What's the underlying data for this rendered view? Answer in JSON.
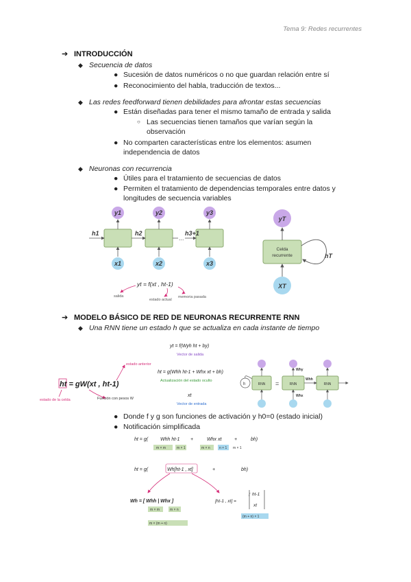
{
  "header": {
    "topic": "Tema 9: Redes recurrentes"
  },
  "section1": {
    "title": "INTRODUCCIÓN",
    "items": [
      {
        "label": "Secuencia de datos",
        "bullets": [
          "Sucesión de datos numéricos o no que guardan relación entre sí",
          "Reconocimiento del habla, traducción de textos..."
        ]
      },
      {
        "label": "Las redes feedforward tienen debilidades para afrontar estas secuencias",
        "bullets": [
          "Están diseñadas para tener el mismo tamaño de entrada y salida",
          "No comparten características entre los elementos: asumen independencia de datos"
        ],
        "sub_bullet": "Las secuencias tienen tamaños que varían según la observación"
      },
      {
        "label": "Neuronas con recurrencia",
        "bullets": [
          "Útiles para el tratamiento de secuencias de datos",
          "Permiten el tratamiento de dependencias temporales entre datos y longitudes de secuencia variables"
        ]
      }
    ]
  },
  "figure1": {
    "unrolled": {
      "outputs": [
        "y1",
        "y2",
        "y3"
      ],
      "inputs": [
        "x1",
        "x2",
        "x3"
      ],
      "states": [
        "h1",
        "h2",
        "h3+1"
      ],
      "ellipsis": "...",
      "equation": "yt = f(xt , ht-1)",
      "annotations": [
        "salida",
        "estado actual",
        "memoria pasada"
      ]
    },
    "folded": {
      "output": "yT",
      "input": "XT",
      "state": "hT",
      "cell_label_1": "Celda",
      "cell_label_2": "recurrente"
    }
  },
  "section2": {
    "title": "MODELO BÁSICO DE RED DE NEURONAS RECURRENTE RNN",
    "subtitle": "Una RNN tiene un estado h que se actualiza en cada instante de tiempo",
    "bullets": [
      "Donde f y g son funciones de activación y h0=0 (estado inicial)",
      "Notificación simplificada"
    ]
  },
  "figure2": {
    "left": {
      "equation": "ht = gW(xt , ht-1)",
      "label_state": "estado de la celda",
      "label_func": "Función con pesos W",
      "label_prev": "estado anterior"
    },
    "middle": {
      "eq_out": "yt = f(Wyh ht + by)",
      "label_out": "Vector de salida",
      "eq_state": "ht = g(Whh ht-1 + Whx xt + bh)",
      "label_state": "Actualización del estado oculto",
      "eq_in": "xt",
      "label_in": "Vector de entrada"
    },
    "right": {
      "labels": [
        "RNN",
        "RNN",
        "RNN"
      ],
      "weights": [
        "Why",
        "Whh",
        "Whx"
      ],
      "eq_sign": "="
    }
  },
  "figure3": {
    "row1": {
      "lhs": "ht = g(",
      "t1": "Whh ht-1",
      "plus1": "+",
      "t2": "Whx xt",
      "plus2": "+",
      "t3": "bh)"
    },
    "row1_dims": [
      "m × m",
      "m × 1",
      "m × n",
      "n × 1",
      "m × 1"
    ],
    "row2": {
      "lhs": "ht = g(",
      "t1": "Wh[ht-1 , xt]",
      "plus": "+",
      "t2": "bh)"
    },
    "row3_left": {
      "lhs": "Wh = [ Whh  |  Whx ]",
      "dims": [
        "m × m",
        "m × n"
      ],
      "total": "m × (m + n)"
    },
    "row3_right": {
      "lhs": "[ht-1 , xt] =",
      "top": "ht-1",
      "bottom": "xt",
      "total": "(m + n) × 1"
    }
  },
  "colors": {
    "cell": "#c9dfb6",
    "output": "#c9a8e8",
    "input": "#a8d8ef",
    "annotation": "#d6307a"
  }
}
